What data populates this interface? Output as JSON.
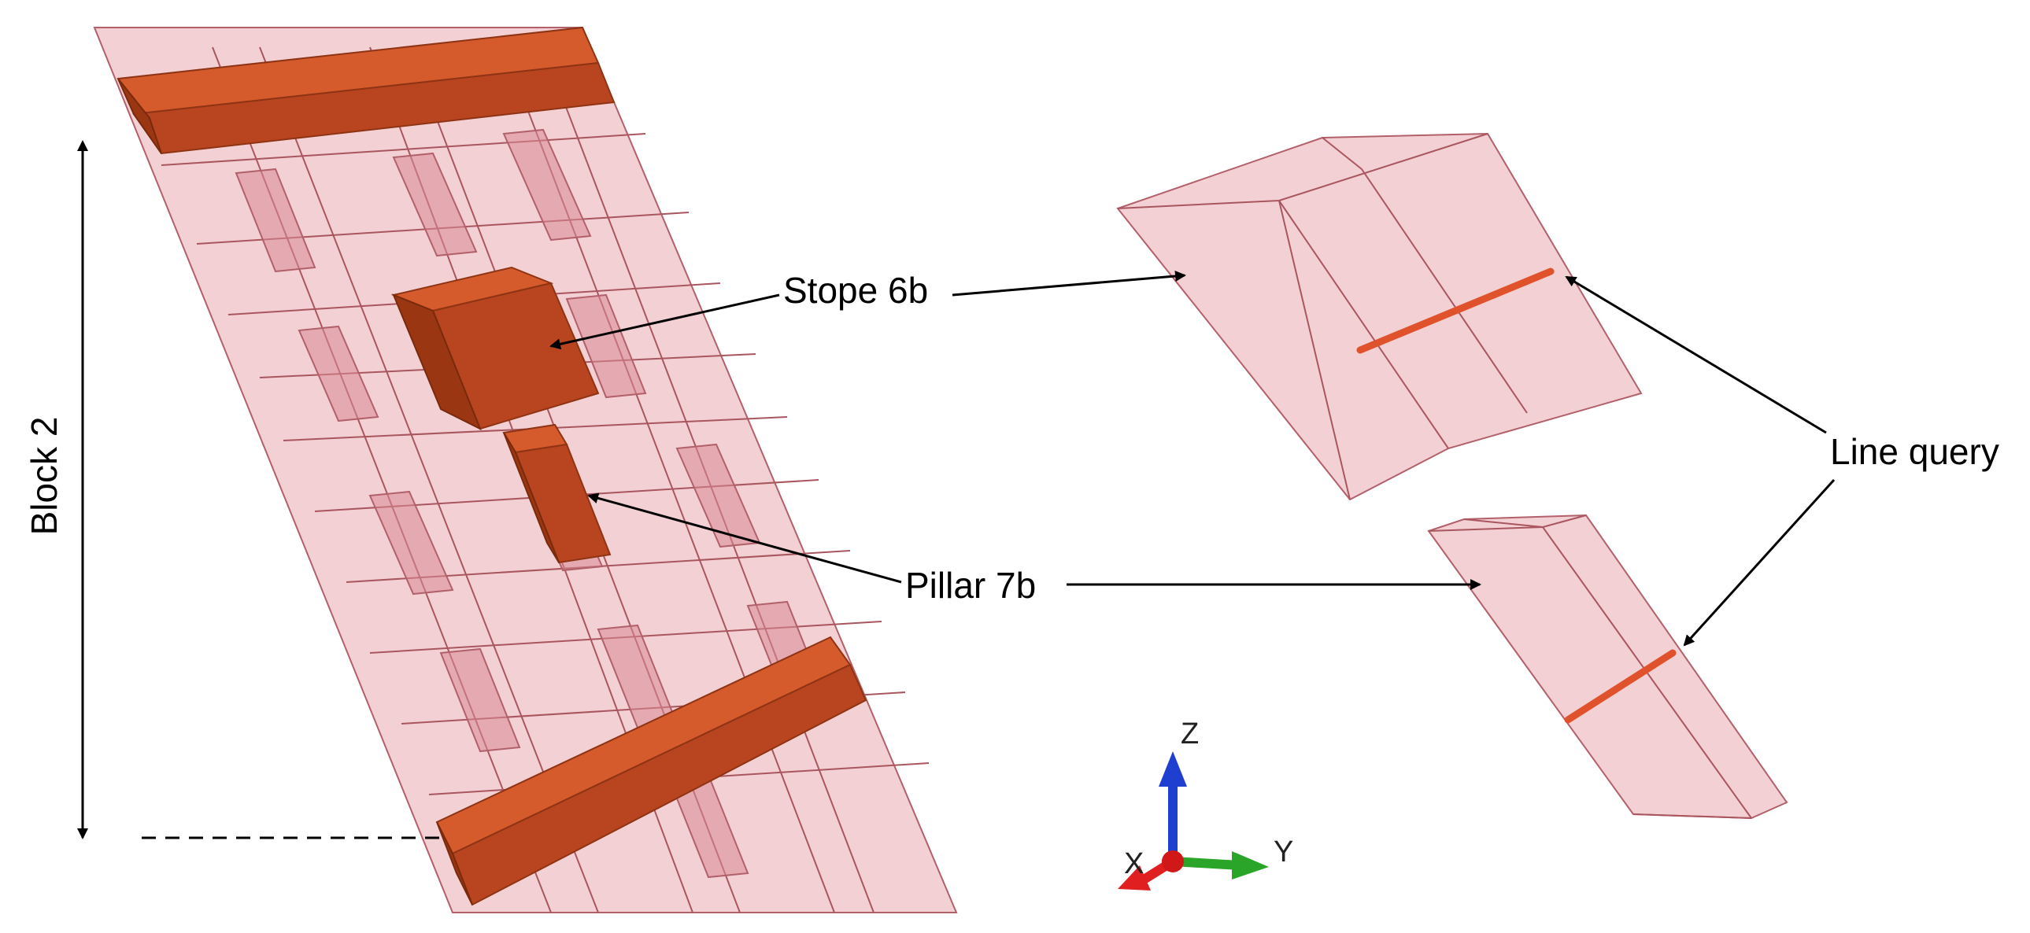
{
  "labels": {
    "stope": "Stope 6b",
    "pillar": "Pillar 7b",
    "block": "Block 2",
    "line_query": "Line query"
  },
  "axes": {
    "z": "Z",
    "y": "Y",
    "x": "X"
  },
  "colors": {
    "rock_mass": "#e9a9b0",
    "extracted": "#b8451f",
    "query_line": "#e0522b",
    "axis_z": "#1f3fd1",
    "axis_y": "#2aa52a",
    "axis_x": "#e02020"
  }
}
